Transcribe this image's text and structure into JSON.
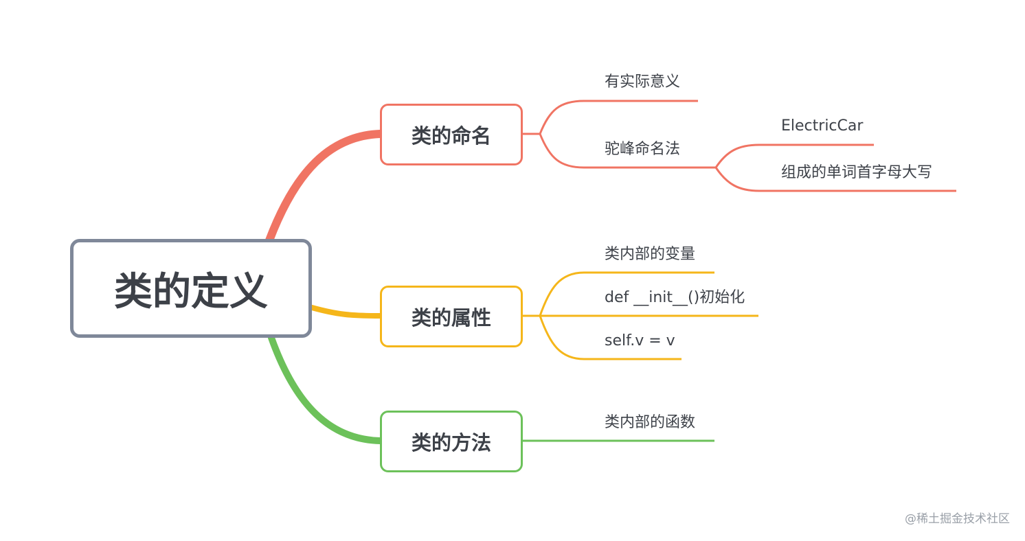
{
  "colors": {
    "root_border": "#7f8899",
    "naming": "#f07463",
    "attributes": "#f5b61a",
    "methods": "#6cc15a",
    "text": "#3d4148"
  },
  "root": {
    "label": "类的定义"
  },
  "branches": [
    {
      "label": "类的命名",
      "children": [
        {
          "label": "有实际意义"
        },
        {
          "label": "驼峰命名法",
          "children": [
            {
              "label": "ElectricCar"
            },
            {
              "label": "组成的单词首字母大写"
            }
          ]
        }
      ]
    },
    {
      "label": "类的属性",
      "children": [
        {
          "label": "类内部的变量"
        },
        {
          "label": "def __init__()初始化"
        },
        {
          "label": "self.v = v"
        }
      ]
    },
    {
      "label": "类的方法",
      "children": [
        {
          "label": "类内部的函数"
        }
      ]
    }
  ],
  "watermark": "@稀土掘金技术社区"
}
